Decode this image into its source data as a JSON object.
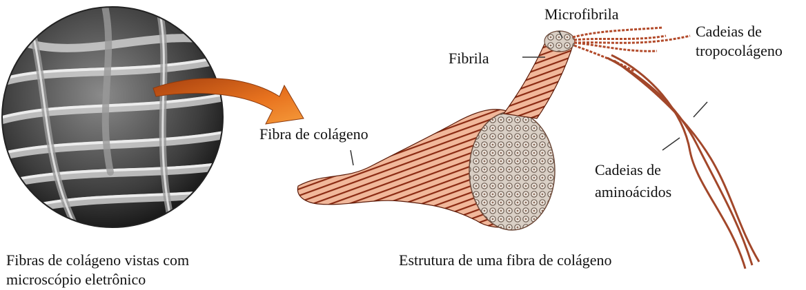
{
  "labels": {
    "microfibrila": "Microfibrila",
    "fibrila": "Fibrila",
    "cadeias_tropocolageno_1": "Cadeias de",
    "cadeias_tropocolageno_2": "tropocolágeno",
    "fibra_colageno": "Fibra de colágeno",
    "cadeias_aminoacidos_1": "Cadeias de",
    "cadeias_aminoacidos_2": "aminoácidos"
  },
  "captions": {
    "left_1": "Fibras de colágeno vistas com",
    "left_2": "microscópio eletrônico",
    "right": "Estrutura de uma fibra de colágeno"
  },
  "colors": {
    "fiber_fill": "#f0b79a",
    "fiber_stripe": "#8a2a12",
    "arrow": "#e86a1c",
    "micrograph_dark": "#1e1e1e",
    "micrograph_light": "#d8d8d8"
  }
}
